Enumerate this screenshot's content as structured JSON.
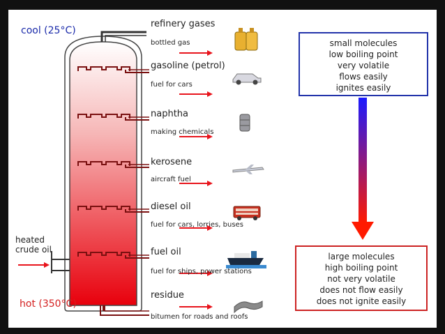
{
  "labels": {
    "cool": "cool (25°C)",
    "hot": "hot (350°C)",
    "crude_line1": "heated",
    "crude_line2": "crude oil"
  },
  "fractions": [
    {
      "name": "refinery gases",
      "use": "bottled gas",
      "icon": "gas-bottles-icon"
    },
    {
      "name": "gasoline (petrol)",
      "use": "fuel for cars",
      "icon": "car-icon"
    },
    {
      "name": "naphtha",
      "use": "making chemicals",
      "icon": "chemical-drum-icon"
    },
    {
      "name": "kerosene",
      "use": "aircraft fuel",
      "icon": "aeroplane-icon"
    },
    {
      "name": "diesel oil",
      "use": "fuel for cars, lorries, buses",
      "icon": "bus-icon"
    },
    {
      "name": "fuel oil",
      "use": "fuel for ships, power stations",
      "icon": "ship-icon"
    },
    {
      "name": "residue",
      "use": "bitumen for roads and roofs",
      "icon": "road-icon"
    }
  ],
  "top_box": [
    "small molecules",
    "low boiling point",
    "very  volatile",
    "flows easily",
    "ignites easily"
  ],
  "bottom_box": [
    "large molecules",
    "high boiling point",
    "not very volatile",
    "does not flow easily",
    "does not ignite easily"
  ],
  "colors": {
    "column_top": "#ffffff",
    "column_bottom": "#e8000c",
    "arrow": "#e8141c",
    "gradient_top": "#1a1aff",
    "gradient_bottom": "#ff1a00"
  }
}
